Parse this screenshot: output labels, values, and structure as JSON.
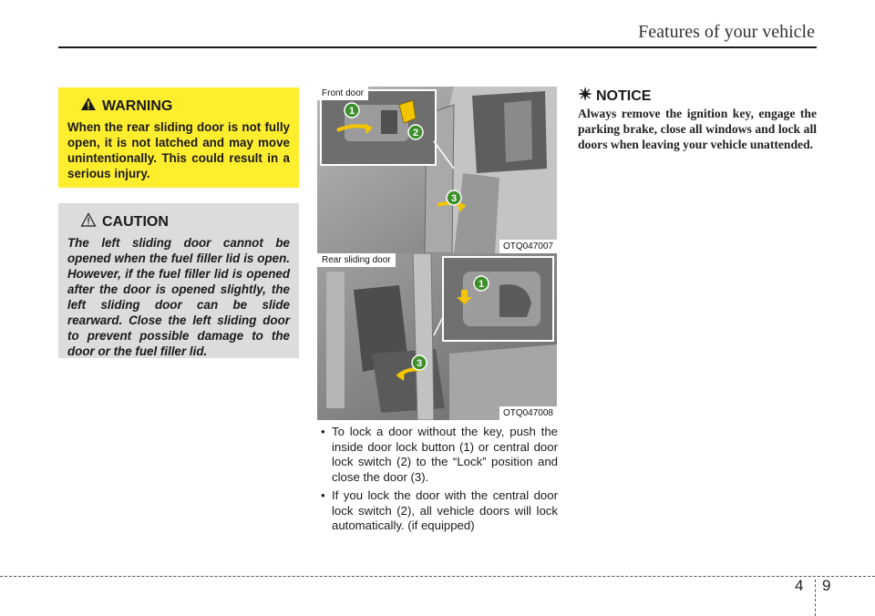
{
  "header": {
    "section_title": "Features of your vehicle"
  },
  "warning": {
    "title": "WARNING",
    "text": "When the rear sliding door is not fully open, it is not latched and may move unintentionally. This could result in a serious injury."
  },
  "caution": {
    "title": "CAUTION",
    "text": "The left sliding door cannot be opened when the fuel filler lid is open. However, if the fuel filler lid is opened after the door is opened slightly, the left sliding door can be slide rearward. Close the left sliding door to prevent possible damage to the door or the fuel filler lid."
  },
  "figures": [
    {
      "label": "Front door",
      "code": "OTQ047007"
    },
    {
      "label": "Rear sliding door",
      "code": "OTQ047008"
    }
  ],
  "callouts": {
    "one": "1",
    "two": "2",
    "three": "3"
  },
  "bullets": [
    "To lock a door without the key, push the inside door lock button (1) or central door lock switch (2) to the “Lock” position and close the door (3).",
    "If you lock the door with the central door lock switch (2), all vehicle doors will lock automatically. (if equipped)"
  ],
  "notice": {
    "title": "NOTICE",
    "text": "Always remove the ignition key, engage the parking brake, close all windows and lock all doors when leaving your vehicle unattended."
  },
  "footer": {
    "chapter": "4",
    "page": "9"
  },
  "colors": {
    "warning_bg": "#ffee2e",
    "caution_bg": "#dcdcdc",
    "callout_green": "#3c8f2a",
    "arrow_yellow": "#f2c500"
  },
  "icons": {
    "warning": "warning-triangle-icon",
    "caution": "caution-triangle-icon",
    "notice": "four-point-star-icon"
  }
}
